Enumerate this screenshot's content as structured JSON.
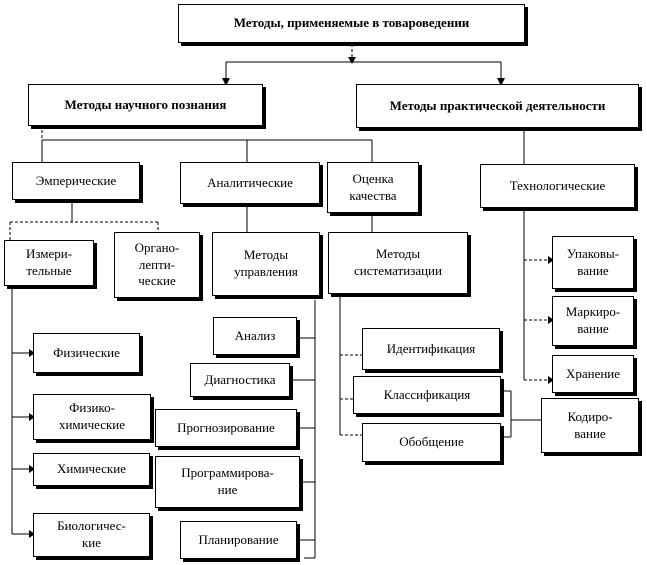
{
  "title": "Методы, применяемые в товароведении",
  "level1": {
    "scientific": "Методы научного познания",
    "practical": "Методы практической деятельности"
  },
  "level2": {
    "empirical": "Эмперические",
    "analytical": "Аналитические",
    "quality": "Оценка\nкачества",
    "technological": "Технологические"
  },
  "empirical_children": {
    "measuring": "Измери-\nтельные",
    "organoleptic": "Органо-\nлепти-\nческие"
  },
  "measuring_items": [
    "Физические",
    "Физико-\nхимические",
    "Химические",
    "Биологичес-\nкие"
  ],
  "analytical_children": {
    "management": "Методы\nуправления"
  },
  "management_items": [
    "Анализ",
    "Диагностика",
    "Прогнозирование",
    "Программирова-\nние",
    "Планирование"
  ],
  "quality_children": {
    "systematization": "Методы\nсистематизации"
  },
  "systematization_items": [
    "Идентификация",
    "Классификация",
    "Обобщение"
  ],
  "coding": "Кодиро-\nвание",
  "technological_items": [
    "Упаковы-\nвание",
    "Маркиро-\nвание",
    "Хранение"
  ]
}
